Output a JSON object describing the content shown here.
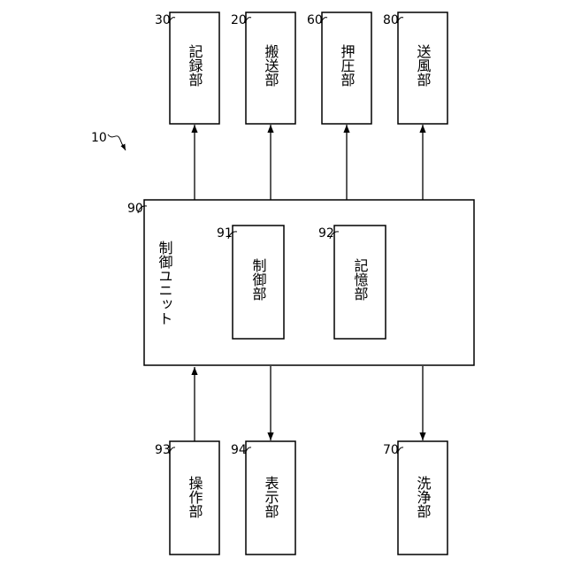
{
  "figure": {
    "system_ref": "10",
    "control_unit": {
      "ref": "90",
      "label": "制御ユニット"
    },
    "inner": [
      {
        "ref": "91",
        "label": "制御部"
      },
      {
        "ref": "92",
        "label": "記憶部"
      }
    ],
    "outputs_top": [
      {
        "ref": "30",
        "label": "記録部"
      },
      {
        "ref": "20",
        "label": "搬送部"
      },
      {
        "ref": "60",
        "label": "押圧部"
      },
      {
        "ref": "80",
        "label": "送風部"
      }
    ],
    "bottom": [
      {
        "ref": "93",
        "label": "操作部"
      },
      {
        "ref": "94",
        "label": "表示部"
      },
      {
        "ref": "70",
        "label": "洗浄部"
      }
    ]
  }
}
